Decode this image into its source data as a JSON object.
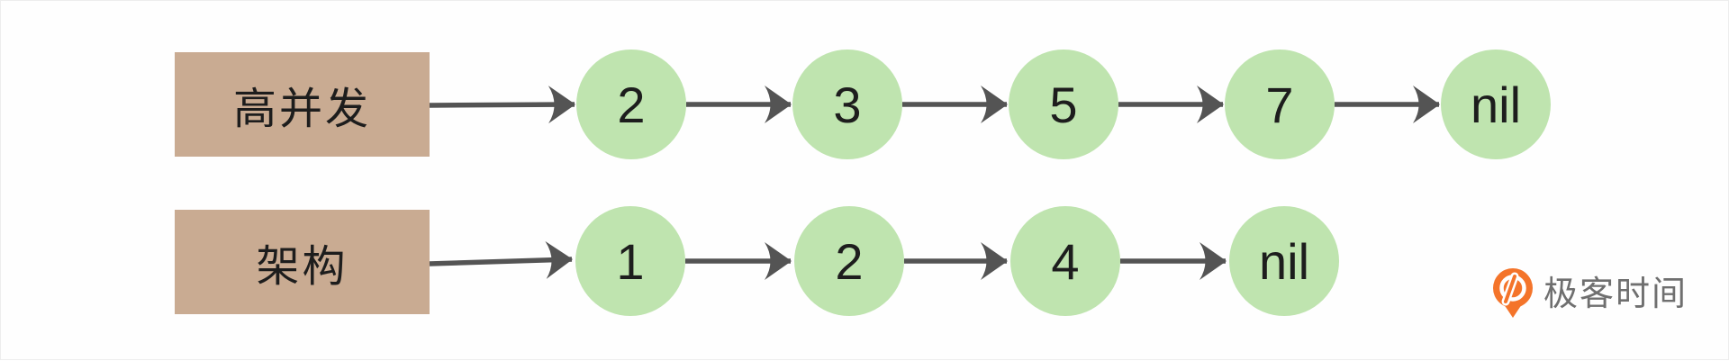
{
  "diagram": {
    "title": "linked-lists",
    "rows": [
      {
        "label": "高并发",
        "nodes": [
          "2",
          "3",
          "5",
          "7",
          "nil"
        ]
      },
      {
        "label": "架构",
        "nodes": [
          "1",
          "2",
          "4",
          "nil"
        ]
      }
    ]
  },
  "branding": {
    "logo_text": "极客时间",
    "logo_icon": "geektime-pin-icon"
  },
  "colors": {
    "label_box": "#c9ab92",
    "node_fill": "#bfe4af",
    "arrow": "#545454",
    "text": "#1d1d1d",
    "logo_orange": "#f4742a",
    "logo_text_gray": "#6f6f6f"
  }
}
